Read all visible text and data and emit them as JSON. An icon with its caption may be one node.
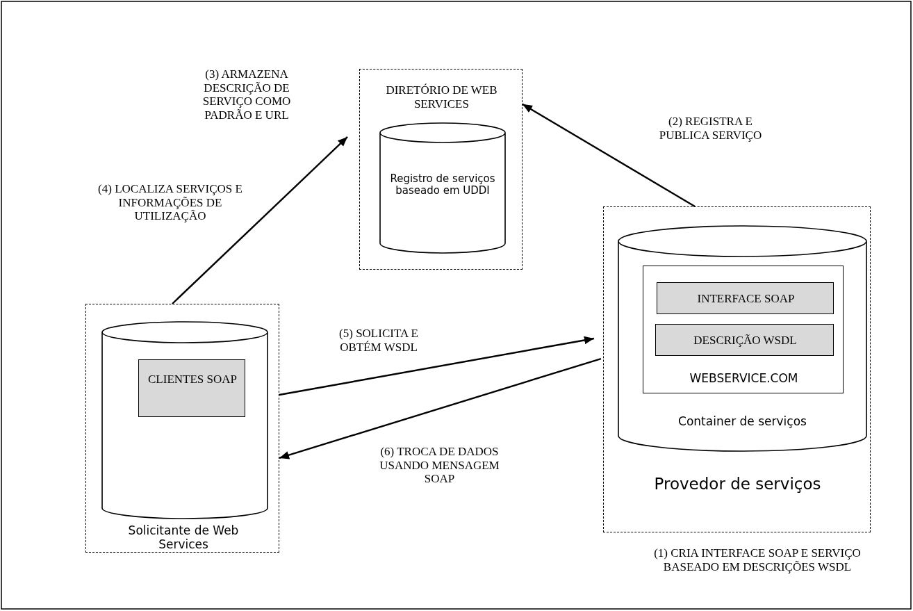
{
  "diagram": {
    "nodes": [
      {
        "text": [
          "DIRETÓRIO DE WEB SERVICES"
        ]
      },
      {
        "text": [
          "Registro de serviços baseado em UDDI"
        ],
        "in": 0
      },
      {
        "text": [
          "Solicitante de Web Services"
        ]
      },
      {
        "text": [],
        "shape": "cylinder",
        "in": 2
      },
      {
        "text": [
          "CLIENTES SOAP"
        ],
        "in": 3
      },
      {
        "text": [
          "Provedor de serviços"
        ],
        "beside": [
          "(1) CRIA INTERFACE SOAP E SERVIÇO BASEADO EM DESCRIÇÕES WSDL"
        ]
      },
      {
        "text": [
          "Container de serviços"
        ],
        "in": 5
      },
      {
        "text": [
          "WEBSERVICE.COM"
        ],
        "in": 6
      },
      {
        "text": [
          "INTERFACE SOAP"
        ],
        "in": 7
      },
      {
        "text": [
          "DESCRIÇÃO WSDL"
        ],
        "in": 7
      }
    ],
    "edges": [
      {
        "from": 5,
        "to": 0,
        "arrow": "to",
        "label": "(2) REGISTRA E PUBLICA SERVIÇO"
      },
      {
        "from": 2,
        "to": 0,
        "arrow": "to",
        "label": "(3) ARMAZENA DESCRIÇÃO DE SERVIÇO COMO PADRÃO E URL"
      },
      {
        "from": 2,
        "to": 5,
        "arrow": "to",
        "label": "(5) SOLICITA E OBTÉM WSDL"
      },
      {
        "from": 5,
        "to": 2,
        "arrow": "to",
        "label": "(6) TROCA DE DADOS USANDO MENSAGEM SOAP"
      }
    ],
    "labels": [
      "(4) LOCALIZA SERVIÇOS E INFORMAÇÕES DE UTILIZAÇÃO"
    ]
  }
}
